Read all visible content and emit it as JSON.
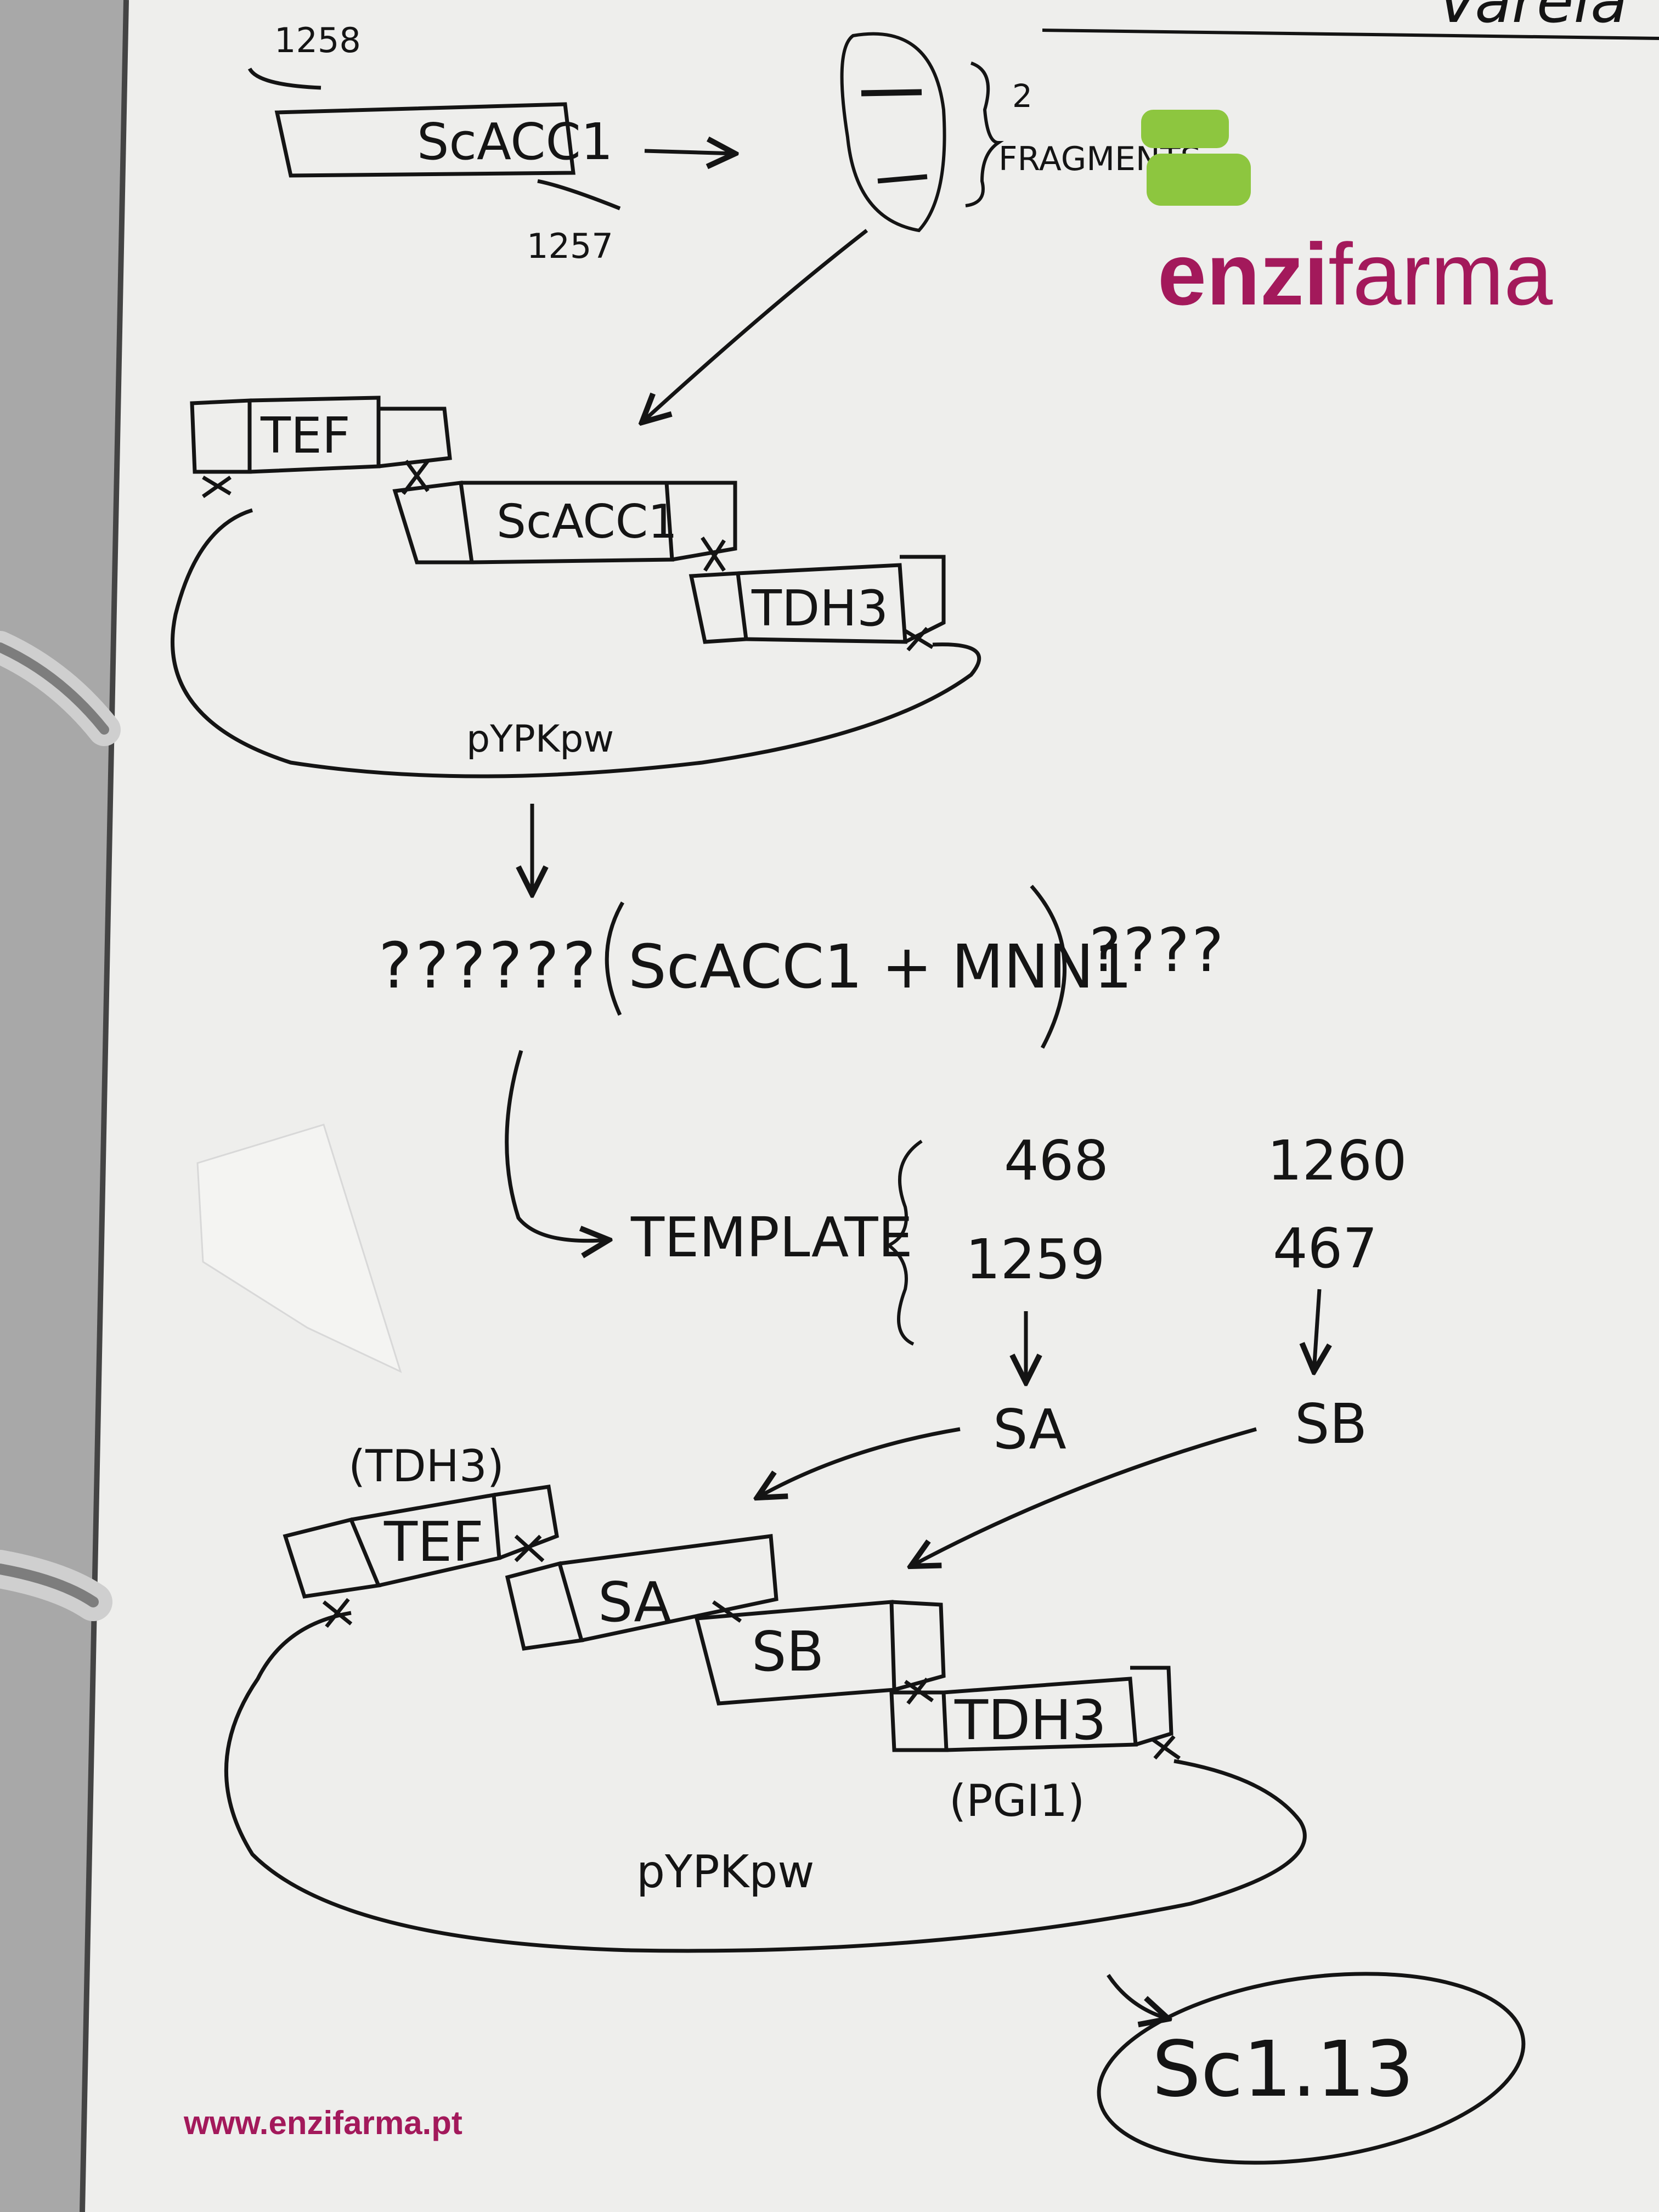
{
  "primers_top": {
    "forward": "1258",
    "reverse": "1257"
  },
  "gene_top": "ScACC1",
  "fragments_note": {
    "count": "2",
    "label": "FRAGMENTS"
  },
  "brand": {
    "name_bold": "enzi",
    "name_light": "farma",
    "website": "www.enzifarma.pt",
    "logo_green": "#8dc63f",
    "text_magenta": "#a3195b"
  },
  "construct1": {
    "parts": [
      "TEF",
      "ScACC1",
      "TDH3"
    ],
    "plasmid": "pYPKpw"
  },
  "question_line": {
    "prefix": "??????",
    "content": "ScACC1 + MNN1",
    "suffix": "????"
  },
  "template": {
    "label": "TEMPLATE",
    "col_a": {
      "primers": [
        "468",
        "1259"
      ],
      "result": "SA"
    },
    "col_b": {
      "primers": [
        "1260",
        "467"
      ],
      "result": "SB"
    }
  },
  "construct2": {
    "promoter_alt": "(TDH3)",
    "parts": [
      "TEF",
      "SA",
      "SB",
      "TDH3"
    ],
    "terminator_alt": "(PGI1)",
    "plasmid": "pYPKpw"
  },
  "final_strain": "Sc1.13",
  "top_right_fragment": "Varela"
}
